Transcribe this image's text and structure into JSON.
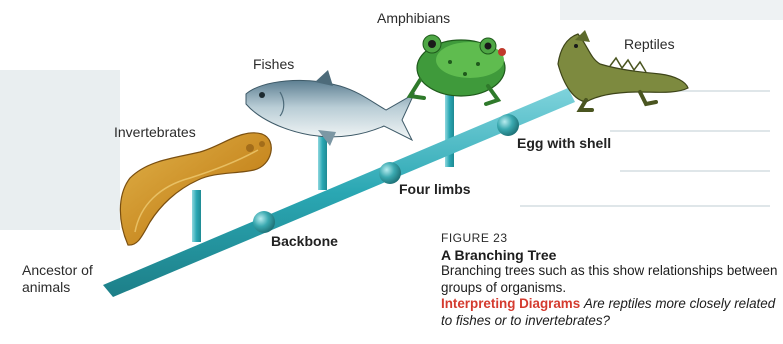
{
  "labels": {
    "ancestor": "Ancestor of animals",
    "invertebrates": "Invertebrates",
    "fishes": "Fishes",
    "amphibians": "Amphibians",
    "reptiles": "Reptiles"
  },
  "nodes": {
    "backbone": "Backbone",
    "four_limbs": "Four limbs",
    "egg_with_shell": "Egg with shell"
  },
  "caption": {
    "figure_number": "FIGURE 23",
    "title": "A Branching Tree",
    "body": "Branching trees such as this show relationships between groups of organisms.",
    "prompt_label": "Interpreting Diagrams",
    "prompt_question": "Are reptiles more closely related to fishes or to invertebrates?"
  },
  "colors": {
    "trunk": "#2aa7b3",
    "node": "#2d8f94"
  }
}
